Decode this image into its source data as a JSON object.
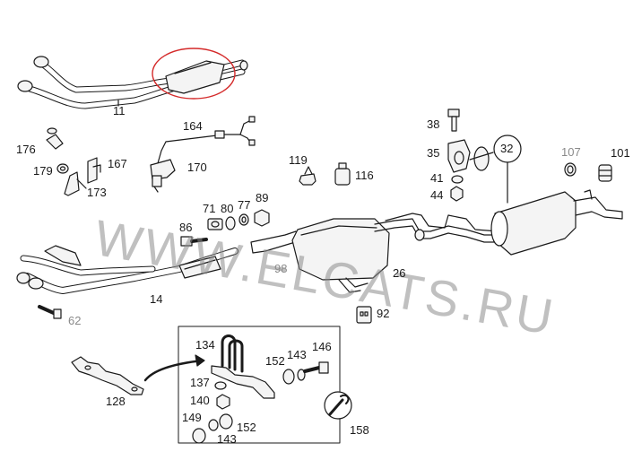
{
  "watermark": "WWW.ELCATS.RU",
  "colors": {
    "line": "#1a1a1a",
    "part_fill": "#f4f4f4",
    "highlight_ring": "#d42a2a",
    "muted_label": "#8a8a8a"
  },
  "labels": {
    "p11": "11",
    "p164": "164",
    "p176": "176",
    "p179": "179",
    "p167": "167",
    "p173": "173",
    "p170": "170",
    "p38": "38",
    "p35": "35",
    "p41": "41",
    "p44": "44",
    "p32": "32",
    "p107": "107",
    "p101": "101",
    "p119": "119",
    "p116": "116",
    "p71": "71",
    "p80": "80",
    "p77": "77",
    "p89": "89",
    "p86": "86",
    "p14": "14",
    "p62": "62",
    "p98": "98",
    "p26": "26",
    "p92": "92",
    "p134": "134",
    "p143a": "143",
    "p146": "146",
    "p152a": "152",
    "p137": "137",
    "p140": "140",
    "p149": "149",
    "p143b": "143",
    "p152b": "152",
    "p128": "128",
    "p158": "158"
  }
}
